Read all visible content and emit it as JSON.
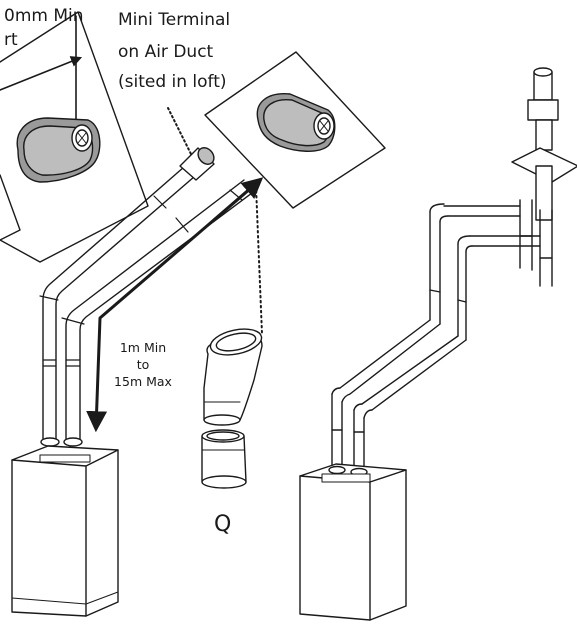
{
  "labels": {
    "top_left_line1": "0mm Min",
    "top_left_line2": "rt",
    "mini_terminal_line1": "Mini Terminal",
    "mini_terminal_line2": "on Air Duct",
    "mini_terminal_line3": "(sited in loft)",
    "length_line1": "1m Min",
    "length_line2": "to",
    "length_line3": "15m Max",
    "fitting_letter": "Q"
  },
  "colors": {
    "stroke": "#1a1a1a",
    "terminal_fill": "#9a9a9a",
    "background": "#ffffff"
  }
}
